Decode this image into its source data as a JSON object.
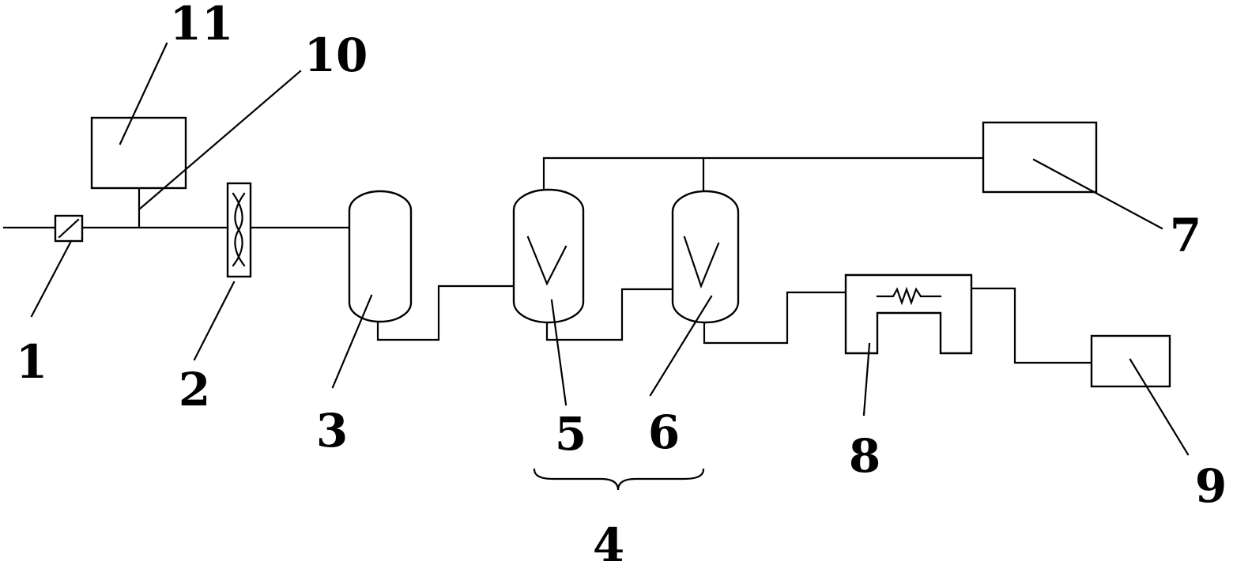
{
  "diagram": {
    "labels": {
      "l1": "1",
      "l2": "2",
      "l3": "3",
      "l4": "4",
      "l5": "5",
      "l6": "6",
      "l7": "7",
      "l8": "8",
      "l9": "9",
      "l10": "10",
      "l11": "11"
    },
    "colors": {
      "line": "#000000",
      "background": "#ffffff"
    }
  }
}
